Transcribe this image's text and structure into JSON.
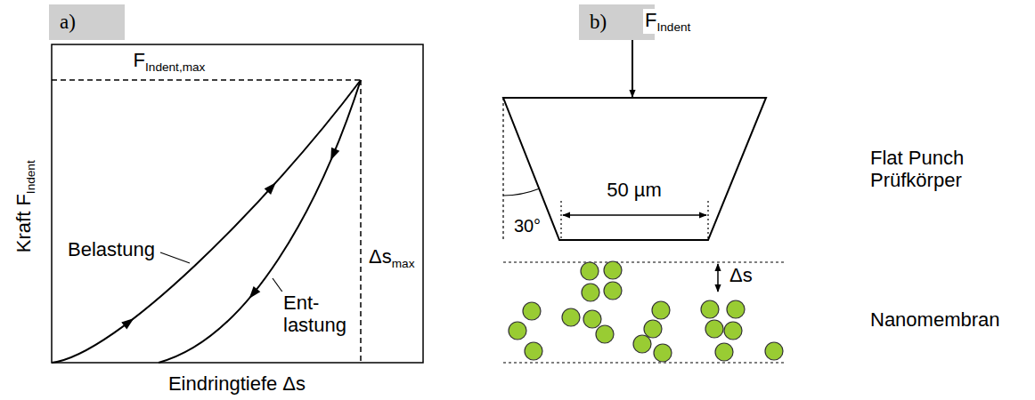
{
  "diagram": {
    "nodes": [
      {
        "text": [
          "a)"
        ]
      },
      {
        "text": [
          "b)"
        ]
      }
    ],
    "labels": [
      "Kraft F",
      "Indent",
      "Eindringtiefe Δs",
      "F",
      "Indent,max",
      "Δs",
      "max",
      "Belastung",
      "Ent- lastung",
      "F",
      "Indent",
      "50 µm",
      "30°",
      "Δs",
      "Flat Punch Prüfkörper",
      "Nanomembran"
    ]
  }
}
